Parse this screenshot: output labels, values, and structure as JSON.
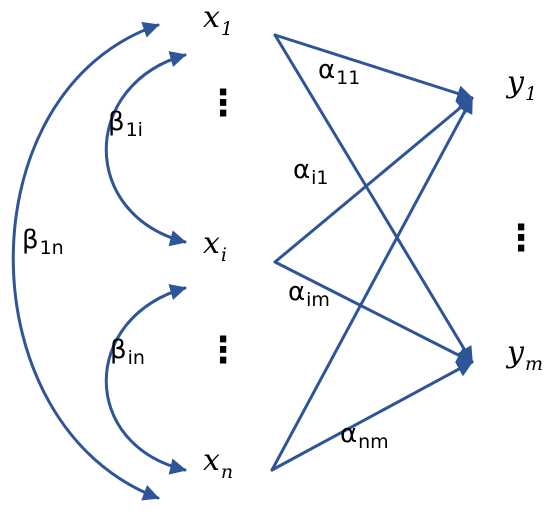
{
  "colors": {
    "edge": "#2e5597",
    "text": "#000000"
  },
  "input_nodes": {
    "x1": {
      "base": "x",
      "sub": "1"
    },
    "xi": {
      "base": "x",
      "sub": "i"
    },
    "xn": {
      "base": "x",
      "sub": "n"
    },
    "dots_upper": "⋮",
    "dots_lower": "⋮"
  },
  "output_nodes": {
    "y1": {
      "base": "y",
      "sub": "1"
    },
    "ym": {
      "base": "y",
      "sub": "m"
    },
    "dots": "⋮"
  },
  "alpha_labels": {
    "a11": {
      "base": "α",
      "sub": "11"
    },
    "ai1": {
      "base": "α",
      "sub": "i1"
    },
    "aim": {
      "base": "α",
      "sub": "im"
    },
    "anm": {
      "base": "α",
      "sub": "nm"
    }
  },
  "beta_labels": {
    "b1n": {
      "base": "β",
      "sub": "1n"
    },
    "b1i": {
      "base": "β",
      "sub": "1i"
    },
    "bin": {
      "base": "β",
      "sub": "in"
    }
  }
}
